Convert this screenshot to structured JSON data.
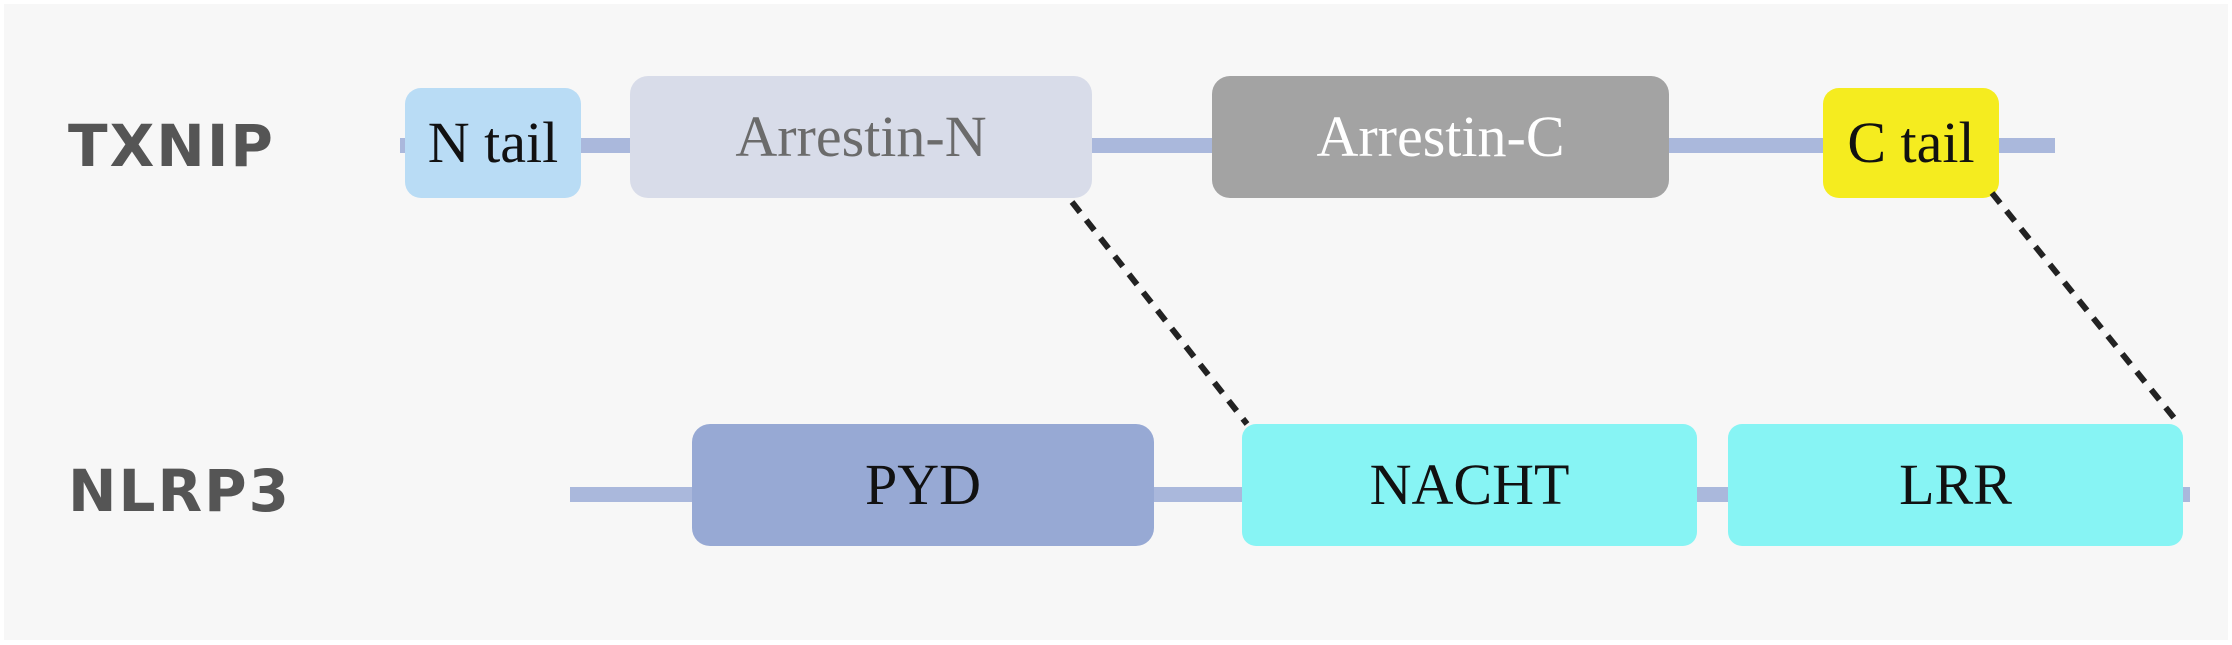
{
  "proteins": {
    "txnip": {
      "label": "TXNIP",
      "domains": {
        "n_tail": {
          "label": "N tail",
          "color": "#b9dcf5",
          "text_color": "#111111"
        },
        "arrestin_n": {
          "label": "Arrestin-N",
          "color": "#d8dce9",
          "text_color": "#6b6b6b"
        },
        "arrestin_c": {
          "label": "Arrestin-C",
          "color": "#a3a3a3",
          "text_color": "#ffffff"
        },
        "c_tail": {
          "label": "C tail",
          "color": "#f5ec1f",
          "text_color": "#111111"
        }
      }
    },
    "nlrp3": {
      "label": "NLRP3",
      "domains": {
        "pyd": {
          "label": "PYD",
          "color": "#97a9d4",
          "text_color": "#111111"
        },
        "nacht": {
          "label": "NACHT",
          "color": "#87f4f4",
          "text_color": "#111111"
        },
        "lrr": {
          "label": "LRR",
          "color": "#87f4f4",
          "text_color": "#111111"
        }
      }
    }
  },
  "backbone_color": "#aab8dc",
  "connector_color": "#222222",
  "interactions": [
    {
      "from": "TXNIP Arrestin-N",
      "to": "NLRP3 NACHT"
    },
    {
      "from": "TXNIP C tail",
      "to": "NLRP3 LRR"
    }
  ]
}
